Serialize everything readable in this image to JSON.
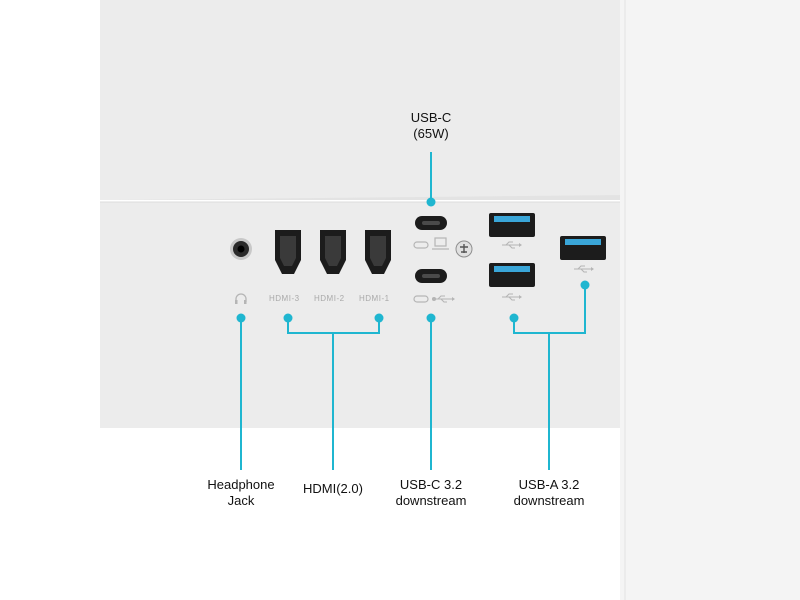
{
  "colors": {
    "accent": "#1fb6d0",
    "housing": "#ececec",
    "stand": "#f1f1f1",
    "port_dark": "#1c1c1c"
  },
  "callouts": {
    "usbc_top": {
      "line1": "USB-C",
      "line2": "(65W)"
    },
    "headphone": {
      "line1": "Headphone",
      "line2": "Jack"
    },
    "hdmi": {
      "line1": "HDMI(2.0)"
    },
    "usbc_down": {
      "line1": "USB-C 3.2",
      "line2": "downstream"
    },
    "usba_down": {
      "line1": "USB-A 3.2",
      "line2": "downstream"
    }
  },
  "port_labels": {
    "hdmi3": "HDMI-3",
    "hdmi2": "HDMI-2",
    "hdmi1": "HDMI-1"
  },
  "icons": [
    "headphone-icon",
    "laptop-icon",
    "usb-icon",
    "usb-c-icon",
    "kensington-lock-icon"
  ]
}
